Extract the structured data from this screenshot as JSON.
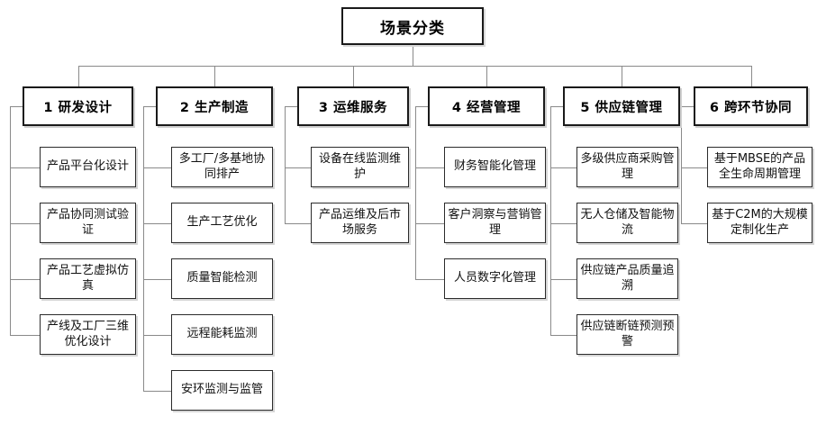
{
  "diagram": {
    "type": "organization-tree",
    "title": "场景分类",
    "root": {
      "label": "场景分类"
    },
    "columns": [
      {
        "id": "col-1",
        "number": "1",
        "header": "1 研发设计",
        "children": [
          "产品平台化设计",
          "产品协同测试验证",
          "产品工艺虚拟仿真",
          "产线及工厂三维优化设计"
        ]
      },
      {
        "id": "col-2",
        "number": "2",
        "header": "2 生产制造",
        "children": [
          "多工厂/多基地协同排产",
          "生产工艺优化",
          "质量智能检测",
          "远程能耗监测",
          "安环监测与监管"
        ]
      },
      {
        "id": "col-3",
        "number": "3",
        "header": "3 运维服务",
        "children": [
          "设备在线监测维护",
          "产品运维及后市场服务"
        ]
      },
      {
        "id": "col-4",
        "number": "4",
        "header": "4 经营管理",
        "children": [
          "财务智能化管理",
          "客户洞察与营销管理",
          "人员数字化管理"
        ]
      },
      {
        "id": "col-5",
        "number": "5",
        "header": "5 供应链管理",
        "children": [
          "多级供应商采购管理",
          "无人仓储及智能物流",
          "供应链产品质量追溯",
          "供应链断链预测预警"
        ]
      },
      {
        "id": "col-6",
        "number": "6",
        "header": "6 跨环节协同",
        "children": [
          "基于MBSE的产品全生命周期管理",
          "基于C2M的大规模定制化生产"
        ]
      }
    ],
    "style": {
      "background": "#ffffff",
      "box_border": "#1a1a1a",
      "leaf_border": "#2b2b2b",
      "connector": "#8a8a8a",
      "shadow": "#d6d6d6",
      "text": "#000000"
    }
  }
}
